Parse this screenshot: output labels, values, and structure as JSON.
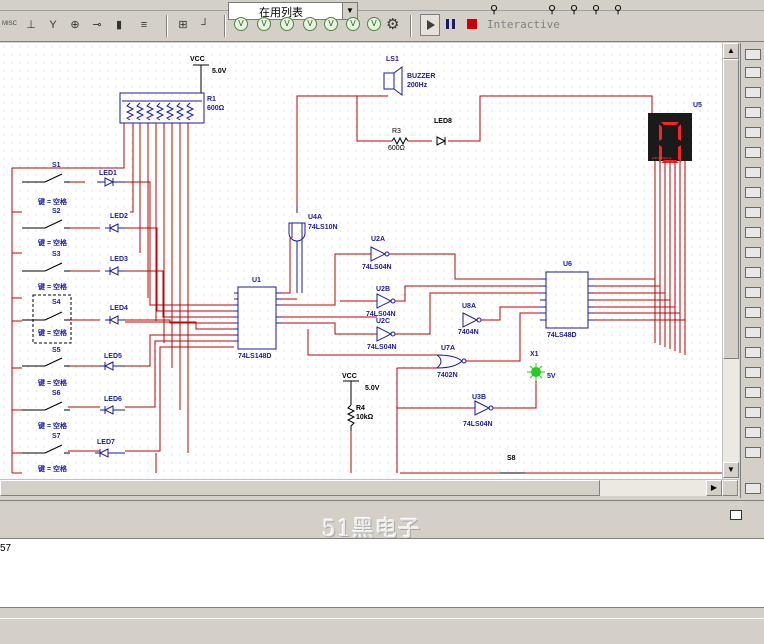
{
  "toolbar": {
    "misc_label": "MISC",
    "combo_value": "在用列表",
    "interactive_label": "Interactive",
    "green_buttons": [
      "V",
      "V",
      "V",
      "V",
      "V",
      "V",
      "V"
    ]
  },
  "circuit": {
    "vcc_top": {
      "name": "VCC",
      "value": "5.0V"
    },
    "r1": {
      "name": "R1",
      "value": "600Ω"
    },
    "ls1": {
      "name": "LS1",
      "type": "BUZZER",
      "freq": "200Hz"
    },
    "r3": {
      "name": "R3",
      "value": "600Ω"
    },
    "led8": "LED8",
    "u5": "U5",
    "u4a": {
      "name": "U4A",
      "part": "74LS10N"
    },
    "u2a": {
      "name": "U2A",
      "part": "74LS04N"
    },
    "u2b": {
      "name": "U2B",
      "part": "74LS04N"
    },
    "u2c": {
      "name": "U2C",
      "part": "74LS04N"
    },
    "u8a": {
      "name": "U8A",
      "part": "7404N"
    },
    "u7a": {
      "name": "U7A",
      "part": "7402N"
    },
    "u3b": {
      "name": "U3B",
      "part": "74LS04N"
    },
    "u1": {
      "name": "U1",
      "part": "74LS148D"
    },
    "u6": {
      "name": "U6",
      "part": "74LS48D"
    },
    "x1": {
      "name": "X1",
      "value": "5V"
    },
    "vcc_mid": {
      "name": "VCC",
      "value": "5.0V"
    },
    "r4": {
      "name": "R4",
      "value": "10kΩ"
    },
    "s8": "S8",
    "switches": [
      {
        "name": "S1",
        "key": "键 = 空格",
        "led": "LED1"
      },
      {
        "name": "S2",
        "key": "键 = 空格",
        "led": "LED2"
      },
      {
        "name": "S3",
        "key": "键 = 空格",
        "led": "LED3"
      },
      {
        "name": "S4",
        "key": "键 = 空格",
        "led": "LED4"
      },
      {
        "name": "S5",
        "key": "键 = 空格",
        "led": "LED5"
      },
      {
        "name": "S6",
        "key": "键 = 空格",
        "led": "LED6"
      },
      {
        "name": "S7",
        "key": "键 = 空格",
        "led": "LED7"
      }
    ]
  },
  "watermark": "51黑电子",
  "spreadsheet_value": "57",
  "colors": {
    "wire": "#c00000",
    "component": "#1a1aa8",
    "probe": "#22cc22",
    "seven_seg": "#ff2222"
  }
}
